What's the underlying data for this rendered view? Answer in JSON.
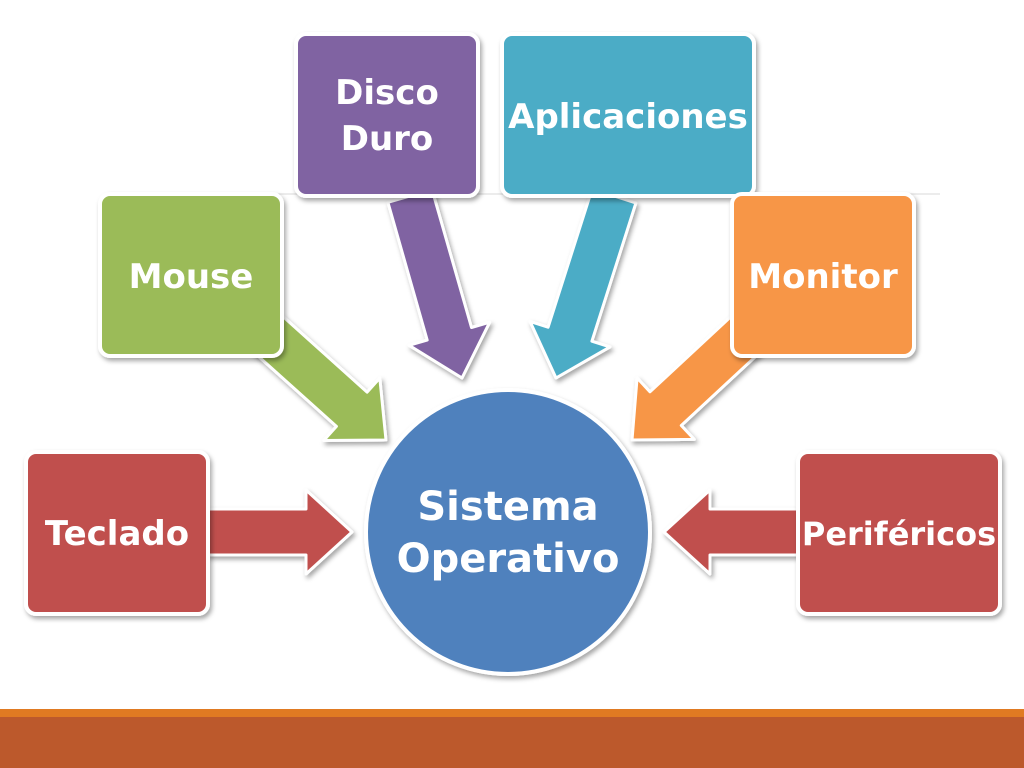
{
  "diagram": {
    "center": {
      "lines": [
        "Sistema",
        "Operativo"
      ],
      "color": "#4F81BD"
    },
    "nodes": [
      {
        "id": "disco-duro",
        "lines": [
          "Disco",
          "Duro"
        ],
        "color": "#8064A2"
      },
      {
        "id": "aplicaciones",
        "lines": [
          "Aplicaciones"
        ],
        "color": "#4BACC6"
      },
      {
        "id": "mouse",
        "lines": [
          "Mouse"
        ],
        "color": "#9BBB59"
      },
      {
        "id": "monitor",
        "lines": [
          "Monitor"
        ],
        "color": "#F79646"
      },
      {
        "id": "teclado",
        "lines": [
          "Teclado"
        ],
        "color": "#C0504D"
      },
      {
        "id": "perifericos",
        "lines": [
          "Periféricos"
        ],
        "color": "#C0504D"
      }
    ]
  },
  "footer": {
    "stripe_color": "#E07A22",
    "band_color": "#BC592C"
  }
}
